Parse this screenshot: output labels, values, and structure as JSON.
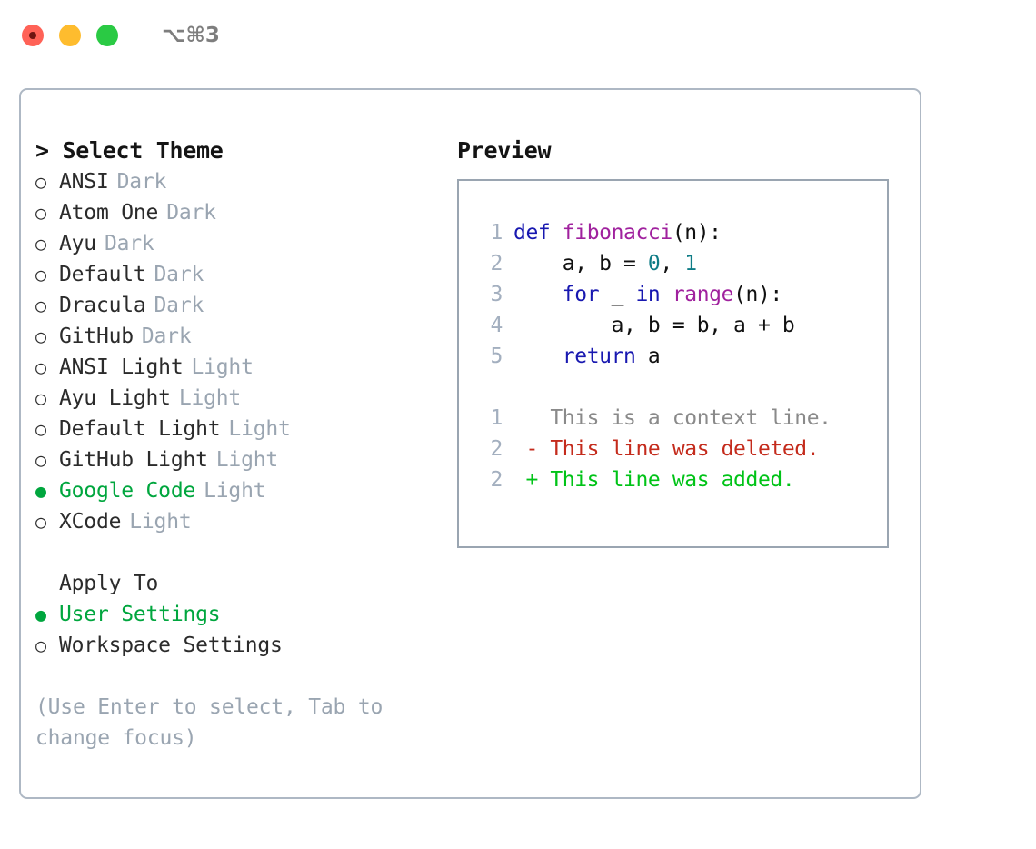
{
  "titlebar": {
    "shortcut": "⌥⌘3",
    "lights": [
      {
        "name": "close-button",
        "color": "#FF6257"
      },
      {
        "name": "minimize-button",
        "color": "#FEBC2E"
      },
      {
        "name": "zoom-button",
        "color": "#2ACA44"
      }
    ]
  },
  "left": {
    "heading": "> Select Theme",
    "selected_marker": "●",
    "unselected_marker": "○",
    "themes": [
      {
        "label": "ANSI",
        "tag": "Dark",
        "selected": false
      },
      {
        "label": "Atom One",
        "tag": "Dark",
        "selected": false
      },
      {
        "label": "Ayu",
        "tag": "Dark",
        "selected": false
      },
      {
        "label": "Default",
        "tag": "Dark",
        "selected": false
      },
      {
        "label": "Dracula",
        "tag": "Dark",
        "selected": false
      },
      {
        "label": "GitHub",
        "tag": "Dark",
        "selected": false
      },
      {
        "label": "ANSI Light",
        "tag": "Light",
        "selected": false
      },
      {
        "label": "Ayu Light",
        "tag": "Light",
        "selected": false
      },
      {
        "label": "Default Light",
        "tag": "Light",
        "selected": false
      },
      {
        "label": "GitHub Light",
        "tag": "Light",
        "selected": false
      },
      {
        "label": "Google Code",
        "tag": "Light",
        "selected": true
      },
      {
        "label": "XCode",
        "tag": "Light",
        "selected": false
      }
    ],
    "apply_to": {
      "title": "Apply To",
      "options": [
        {
          "label": "User Settings",
          "selected": true
        },
        {
          "label": "Workspace Settings",
          "selected": false
        }
      ]
    },
    "hint": "(Use Enter to select, Tab to change focus)"
  },
  "right": {
    "heading": "Preview",
    "code_lines": [
      {
        "no": "1",
        "tokens": [
          {
            "t": "def ",
            "c": "kw"
          },
          {
            "t": "fibonacci",
            "c": "fn"
          },
          {
            "t": "(n):",
            "c": "plain"
          }
        ]
      },
      {
        "no": "2",
        "tokens": [
          {
            "t": "    a, b = ",
            "c": "plain"
          },
          {
            "t": "0",
            "c": "num"
          },
          {
            "t": ", ",
            "c": "plain"
          },
          {
            "t": "1",
            "c": "num"
          }
        ]
      },
      {
        "no": "3",
        "tokens": [
          {
            "t": "    ",
            "c": "plain"
          },
          {
            "t": "for",
            "c": "kw"
          },
          {
            "t": " _ ",
            "c": "plain"
          },
          {
            "t": "in",
            "c": "kw"
          },
          {
            "t": " ",
            "c": "plain"
          },
          {
            "t": "range",
            "c": "fn"
          },
          {
            "t": "(n):",
            "c": "plain"
          }
        ]
      },
      {
        "no": "4",
        "tokens": [
          {
            "t": "        a, b = b, a + b",
            "c": "plain"
          }
        ]
      },
      {
        "no": "5",
        "tokens": [
          {
            "t": "    ",
            "c": "plain"
          },
          {
            "t": "return",
            "c": "kw"
          },
          {
            "t": " a",
            "c": "plain"
          }
        ]
      }
    ],
    "diff_lines": [
      {
        "no": "1",
        "tokens": [
          {
            "t": "   This is a context line.",
            "c": "ctx"
          }
        ]
      },
      {
        "no": "2",
        "tokens": [
          {
            "t": " - This line was deleted.",
            "c": "del"
          }
        ]
      },
      {
        "no": "2",
        "tokens": [
          {
            "t": " + This line was added.",
            "c": "add"
          }
        ]
      }
    ]
  },
  "colors": {
    "accent_green": "#00A63E",
    "muted": "#9AA5B1",
    "keyword": "#1818B0",
    "function": "#A0219E",
    "number": "#0E7C86",
    "diff_added": "#00C317",
    "diff_deleted": "#C42B1C",
    "border": "#AEB8C4"
  }
}
